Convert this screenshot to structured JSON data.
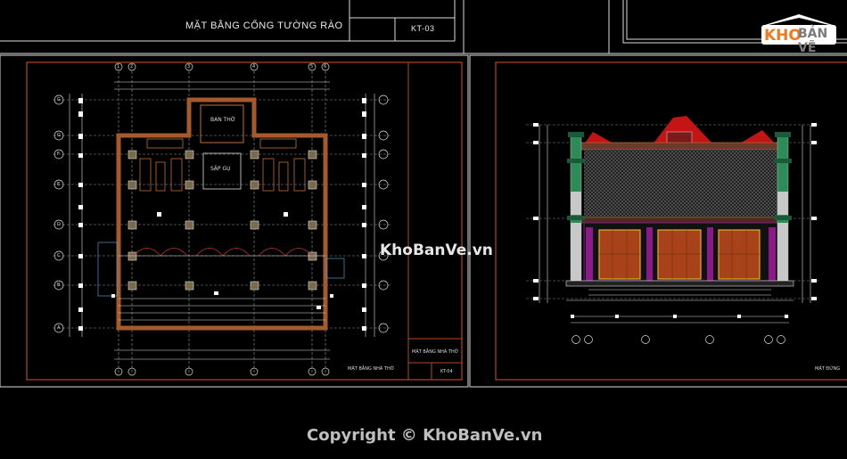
{
  "title_block": {
    "sheet_title": "MẶT BẰNG CỔNG TƯỜNG RÀO",
    "sheet_code": "KT-03"
  },
  "left_sheet": {
    "caption": "MẶT BẰNG NHÀ THỜ",
    "side_caption": "MẶT BẰNG NHÀ THỜ",
    "code": "KT-04",
    "rooms": [
      "BAN THỜ",
      "SẬP GỤ"
    ],
    "axis_letters": [
      "G",
      "G",
      "F",
      "E",
      "D",
      "C",
      "B",
      "A"
    ],
    "axis_numbers": [
      "1",
      "2",
      "3",
      "4",
      "5",
      "6"
    ]
  },
  "right_sheet": {
    "caption": "MẶT ĐỨNG"
  },
  "watermark": "KhoBanVe.vn",
  "logo": {
    "part1": "KHO",
    "part2": "BẢN VẼ"
  },
  "copyright": "Copyright © KhoBanVe.vn",
  "colors": {
    "frame": "#b4471f",
    "wall": "#a45a2a",
    "dim": "#ffffff",
    "roof_red": "#c41414",
    "door": "#c3521c",
    "pillar": "#2e8b57",
    "purple": "#8a1a8a",
    "logo_orange": "#f07a20",
    "logo_gray": "#7a7a7a"
  }
}
